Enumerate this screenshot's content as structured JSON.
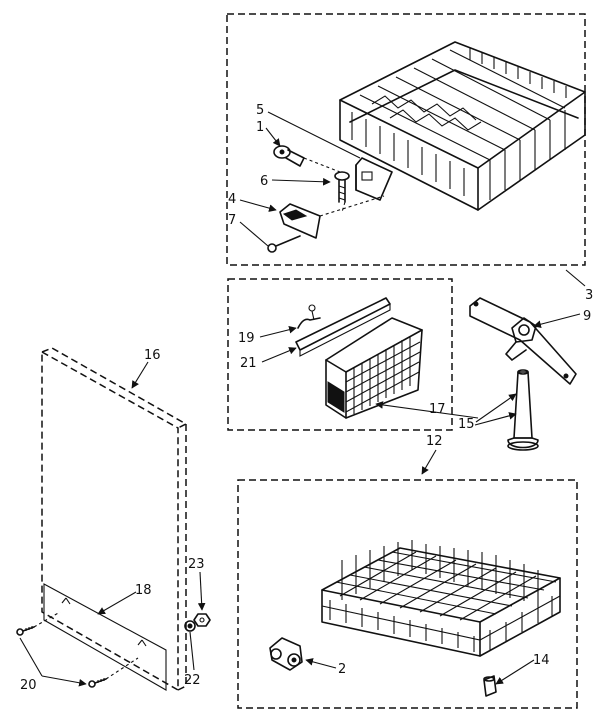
{
  "callouts": {
    "c1": "1",
    "c2": "2",
    "c3": "3",
    "c4": "4",
    "c5": "5",
    "c6": "6",
    "c7": "7",
    "c9": "9",
    "c12": "12",
    "c14": "14",
    "c15": "15",
    "c16": "16",
    "c17": "17",
    "c18": "18",
    "c19": "19",
    "c20": "20",
    "c21": "21",
    "c22": "22",
    "c23": "23"
  }
}
